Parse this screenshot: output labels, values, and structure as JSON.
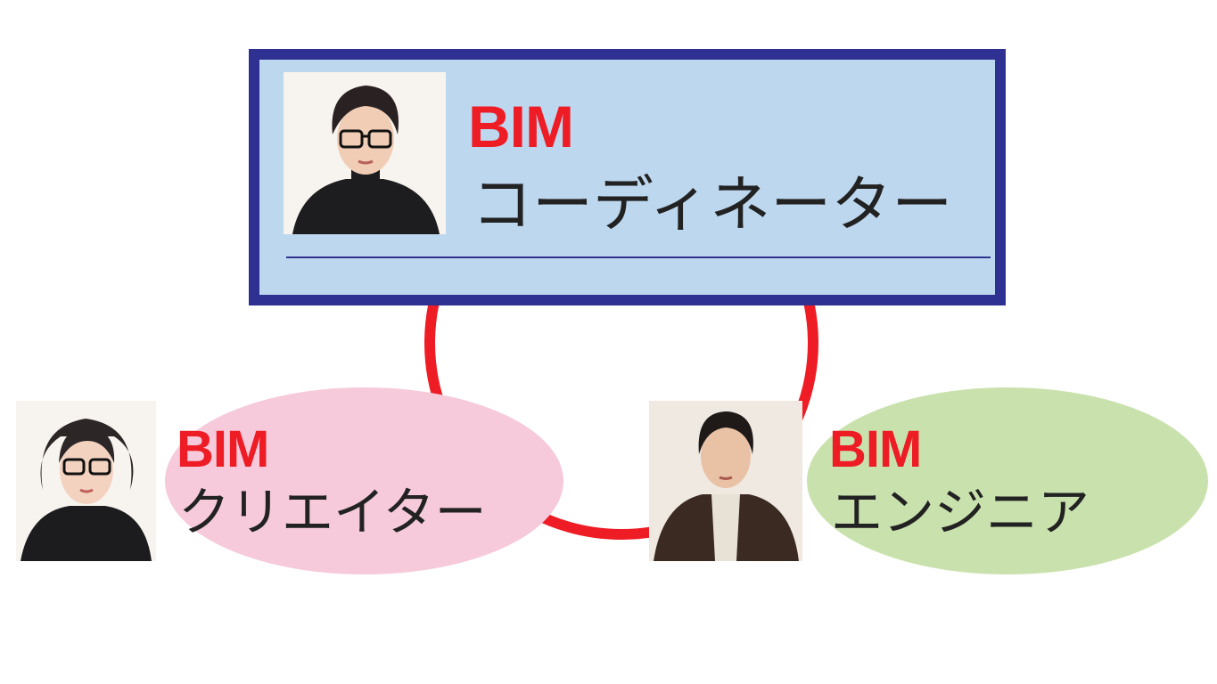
{
  "colors": {
    "ring": "#ee1c25",
    "box_border": "#2e3192",
    "box_fill": "#bdd7ee",
    "creator_fill": "#f6cadb",
    "engineer_fill": "#c9e2ad",
    "bim_text": "#ee1c25"
  },
  "coordinator": {
    "bim": "BIM",
    "role": "コーディネーター",
    "portrait_icon": "man-with-glasses-turtleneck"
  },
  "creator": {
    "bim": "BIM",
    "role": "クリエイター",
    "portrait_icon": "woman-with-glasses-sweater"
  },
  "engineer": {
    "bim": "BIM",
    "role": "エンジニア",
    "portrait_icon": "young-man-jacket"
  }
}
